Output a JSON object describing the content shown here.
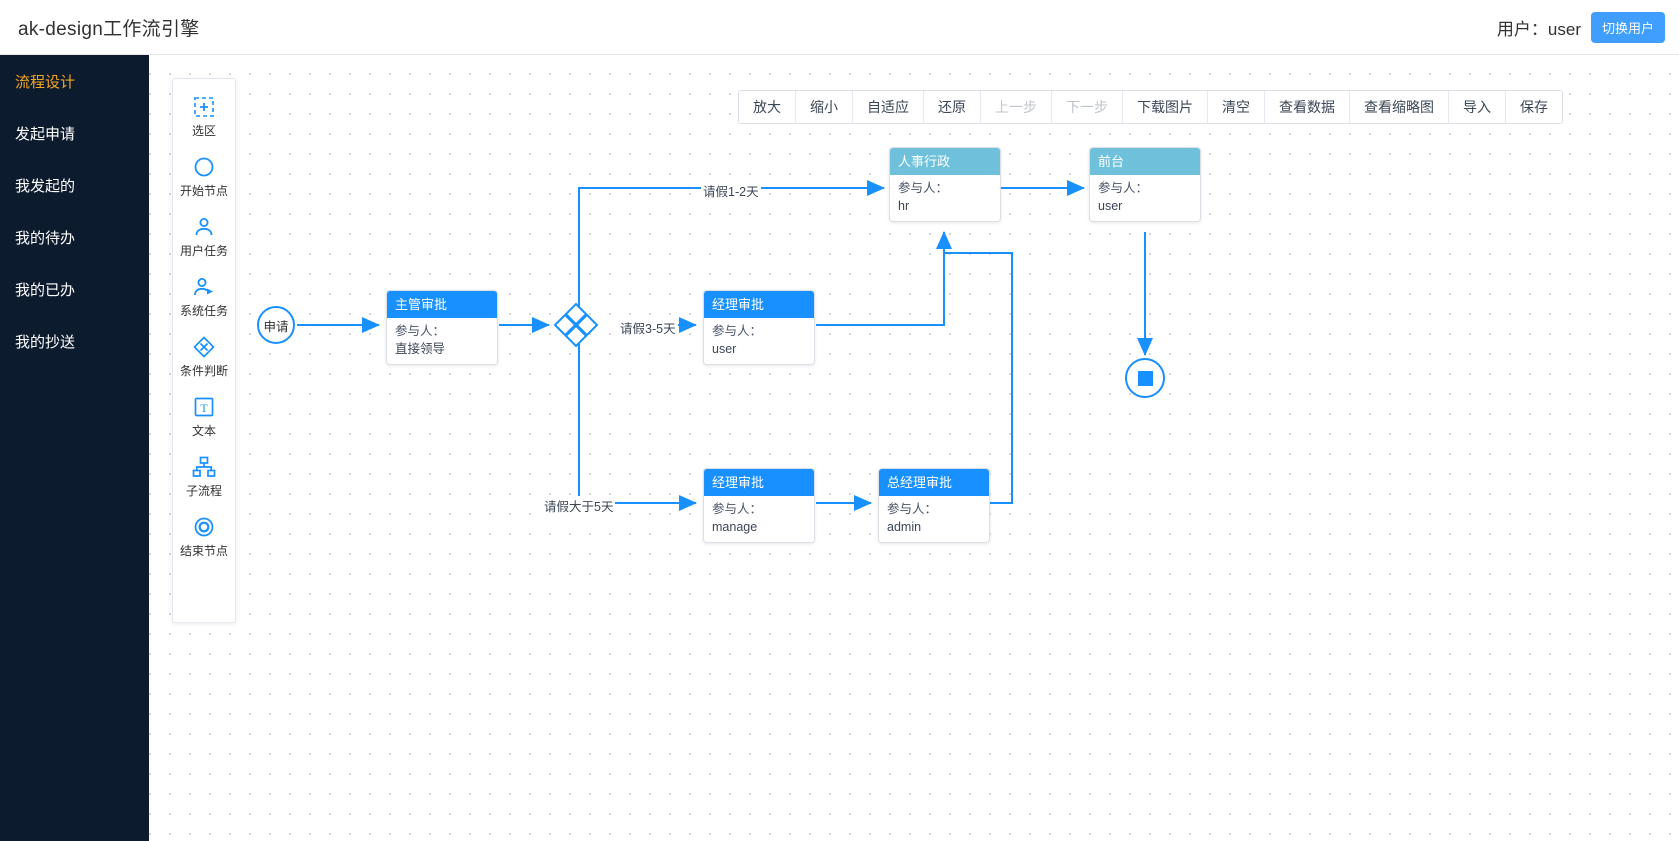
{
  "header": {
    "title": "ak-design工作流引擎",
    "user_label": "用户：user",
    "switch_user_label": "切换用户"
  },
  "sidebar": {
    "items": [
      {
        "label": "流程设计",
        "active": true
      },
      {
        "label": "发起申请",
        "active": false
      },
      {
        "label": "我发起的",
        "active": false
      },
      {
        "label": "我的待办",
        "active": false
      },
      {
        "label": "我的已办",
        "active": false
      },
      {
        "label": "我的抄送",
        "active": false
      }
    ]
  },
  "palette": {
    "tools": [
      {
        "label": "选区",
        "icon": "selection-icon"
      },
      {
        "label": "开始节点",
        "icon": "start-node-icon"
      },
      {
        "label": "用户任务",
        "icon": "user-task-icon"
      },
      {
        "label": "系统任务",
        "icon": "system-task-icon"
      },
      {
        "label": "条件判断",
        "icon": "gateway-icon"
      },
      {
        "label": "文本",
        "icon": "text-icon"
      },
      {
        "label": "子流程",
        "icon": "subprocess-icon"
      },
      {
        "label": "结束节点",
        "icon": "end-node-icon"
      }
    ]
  },
  "toolbar": {
    "buttons": [
      {
        "label": "放大",
        "disabled": false
      },
      {
        "label": "缩小",
        "disabled": false
      },
      {
        "label": "自适应",
        "disabled": false
      },
      {
        "label": "还原",
        "disabled": false
      },
      {
        "label": "上一步",
        "disabled": true
      },
      {
        "label": "下一步",
        "disabled": true
      },
      {
        "label": "下载图片",
        "disabled": false
      },
      {
        "label": "清空",
        "disabled": false
      },
      {
        "label": "查看数据",
        "disabled": false
      },
      {
        "label": "查看缩略图",
        "disabled": false
      },
      {
        "label": "导入",
        "disabled": false
      },
      {
        "label": "保存",
        "disabled": false
      }
    ]
  },
  "diagram": {
    "start_node": {
      "label": "申请"
    },
    "end_node": {
      "label": ""
    },
    "gateway": {
      "label": "X"
    },
    "nodes": [
      {
        "id": "n1",
        "title": "主管审批",
        "field_label": "参与人：",
        "value": "直接领导",
        "color": "blue"
      },
      {
        "id": "n2",
        "title": "人事行政",
        "field_label": "参与人：",
        "value": "hr",
        "color": "cyan"
      },
      {
        "id": "n3",
        "title": "前台",
        "field_label": "参与人：",
        "value": "user",
        "color": "cyan"
      },
      {
        "id": "n4",
        "title": "经理审批",
        "field_label": "参与人：",
        "value": "user",
        "color": "blue"
      },
      {
        "id": "n5",
        "title": "经理审批",
        "field_label": "参与人：",
        "value": "manage",
        "color": "blue"
      },
      {
        "id": "n6",
        "title": "总经理审批",
        "field_label": "参与人：",
        "value": "admin",
        "color": "blue"
      }
    ],
    "edge_labels": [
      {
        "text": "请假1-2天"
      },
      {
        "text": "请假3-5天"
      },
      {
        "text": "请假大于5天"
      }
    ]
  },
  "colors": {
    "accent": "#1890ff",
    "cyan": "#6fc0da",
    "sidebar_bg": "#0d1b2e",
    "sidebar_active": "#f5a623"
  }
}
